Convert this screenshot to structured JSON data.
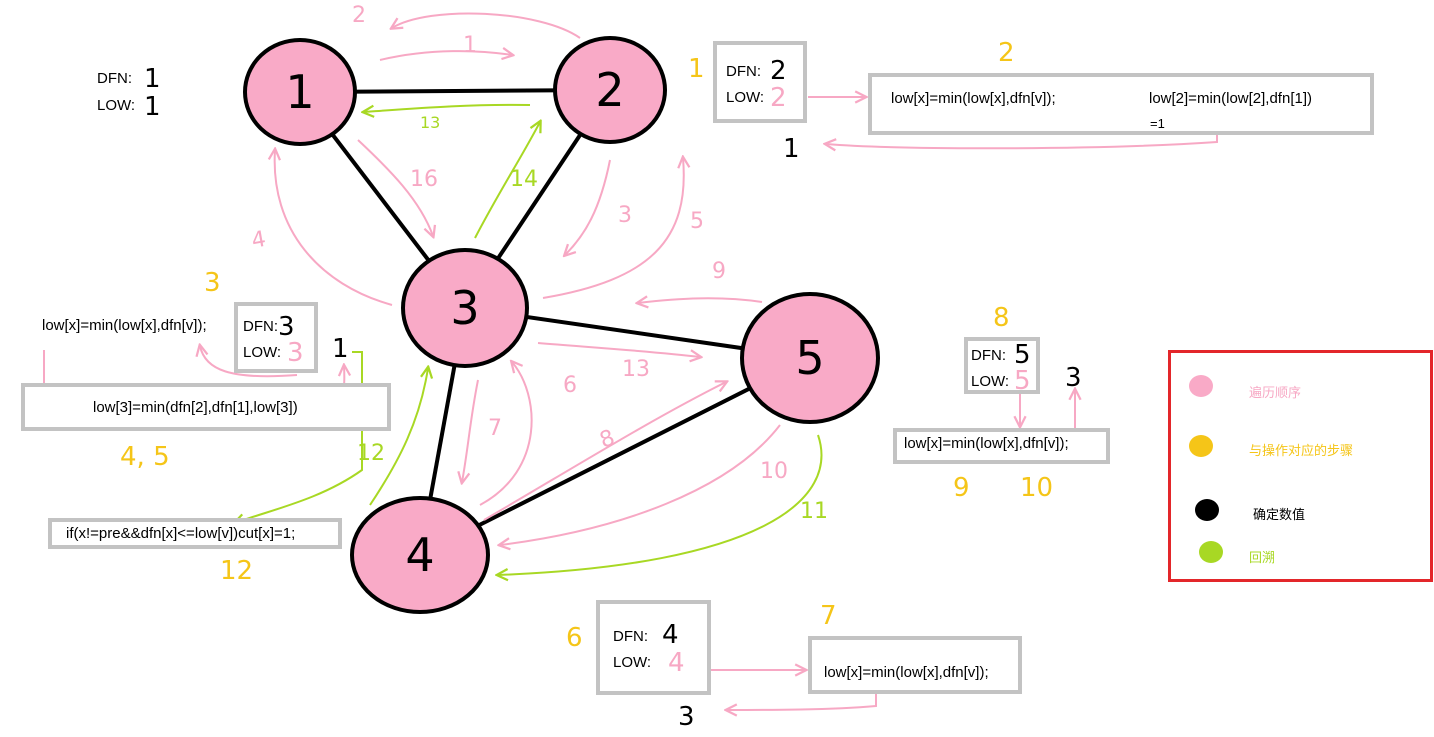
{
  "colors": {
    "node_fill": "#f9aac7",
    "traversal": "#f7a8c4",
    "step": "#f5c518",
    "confirmed": "#000000",
    "backtrack": "#a8d824",
    "box_border": "#c3c3c3",
    "legend_border": "#e3262a"
  },
  "nodes": [
    {
      "id": "1",
      "label": "1"
    },
    {
      "id": "2",
      "label": "2"
    },
    {
      "id": "3",
      "label": "3"
    },
    {
      "id": "4",
      "label": "4"
    },
    {
      "id": "5",
      "label": "5"
    }
  ],
  "edges": [
    {
      "from": "1",
      "to": "2"
    },
    {
      "from": "1",
      "to": "3"
    },
    {
      "from": "2",
      "to": "3"
    },
    {
      "from": "3",
      "to": "5"
    },
    {
      "from": "3",
      "to": "4"
    },
    {
      "from": "4",
      "to": "5"
    }
  ],
  "traversal_labels": [
    "2",
    "1",
    "16",
    "3",
    "4",
    "5",
    "9",
    "13",
    "7",
    "6",
    "8",
    "10"
  ],
  "backtrack_labels": [
    "13",
    "14",
    "12",
    "11"
  ],
  "node1_info": {
    "dfn_label": "DFN:",
    "dfn_value": "1",
    "low_label": "LOW:",
    "low_value": "1"
  },
  "node2_info": {
    "step": "1",
    "dfn_label": "DFN:",
    "dfn_value": "2",
    "low_label": "LOW:",
    "low_value": "2",
    "formula_step": "2",
    "formula": "low[x]=min(low[x],dfn[v]);",
    "formula_result": "low[2]=min(low[2],dfn[1])",
    "formula_result2": "=1",
    "confirmed": "1"
  },
  "node3_info": {
    "step": "3",
    "dfn_label": "DFN:",
    "dfn_value": "3",
    "low_label": "LOW:",
    "low_value": "3",
    "formula": "low[x]=min(low[x],dfn[v]);",
    "formula_result": "low[3]=min(dfn[2],dfn[1],low[3])",
    "formula_steps": "4, 5",
    "confirmed": "1",
    "cut_formula": "if(x!=pre&&dfn[x]<=low[v])cut[x]=1;",
    "cut_step": "12"
  },
  "node4_info": {
    "step": "6",
    "dfn_label": "DFN:",
    "dfn_value": "4",
    "low_label": "LOW:",
    "low_value": "4",
    "formula_step": "7",
    "formula": "low[x]=min(low[x],dfn[v]);",
    "confirmed": "3"
  },
  "node5_info": {
    "step": "8",
    "dfn_label": "DFN:",
    "dfn_value": "5",
    "low_label": "LOW:",
    "low_value": "5",
    "formula": "low[x]=min(low[x],dfn[v]);",
    "formula_steps_a": "9",
    "formula_steps_b": "10",
    "confirmed": "3"
  },
  "legend": {
    "items": [
      {
        "label": "遍历顺序",
        "color": "#f9aac7",
        "icon": "pink-blob-icon"
      },
      {
        "label": "与操作对应的步骤",
        "color": "#f5c518",
        "icon": "yellow-blob-icon"
      },
      {
        "label": "确定数值",
        "color": "#000000",
        "icon": "black-blob-icon"
      },
      {
        "label": "回溯",
        "color": "#a8d824",
        "icon": "green-blob-icon"
      }
    ]
  }
}
